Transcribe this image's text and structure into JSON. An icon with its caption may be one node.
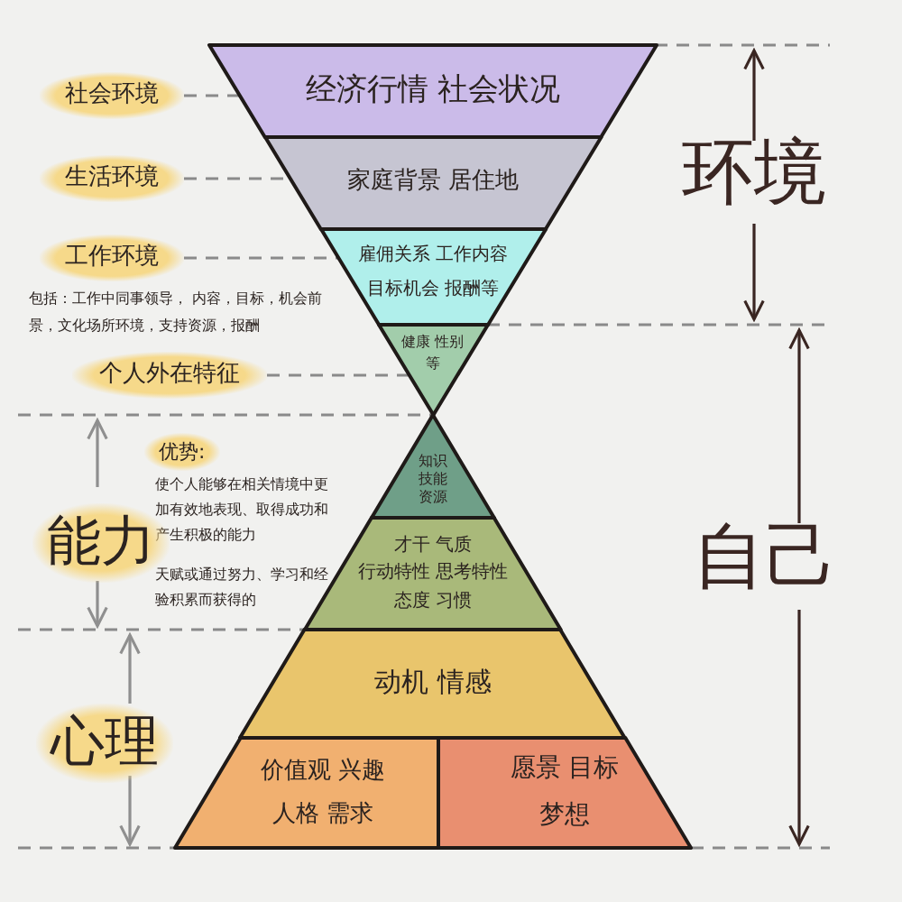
{
  "diagram": {
    "nodes": [
      {
        "text": [
          "经济行情 社会状况"
        ]
      },
      {
        "text": [
          "家庭背景 居住地"
        ]
      },
      {
        "text": [
          "雇佣关系 工作内容",
          "目标机会 报酬等"
        ]
      },
      {
        "text": [
          "健康 性别等"
        ]
      },
      {
        "text": [
          "知识",
          "技能",
          "资源"
        ]
      },
      {
        "text": [
          "才干 气质",
          "行动特性 思考特性",
          "态度 习惯"
        ]
      },
      {
        "text": [
          "动机 情感"
        ]
      },
      {
        "text": [
          "价值观 兴趣",
          "人格 需求"
        ]
      },
      {
        "text": [
          "愿景 目标",
          "梦想"
        ]
      },
      {
        "text": [
          "社会环境"
        ]
      },
      {
        "text": [
          "生活环境"
        ]
      },
      {
        "text": [
          "工作环境"
        ]
      },
      {
        "text": [
          "个人外在特征"
        ]
      }
    ],
    "edges": [
      {
        "from": 9,
        "to": 0,
        "arrow": "none",
        "style": "dashed"
      },
      {
        "from": 10,
        "to": 1,
        "arrow": "none",
        "style": "dashed"
      },
      {
        "from": 11,
        "to": 2,
        "arrow": "none",
        "style": "dashed"
      },
      {
        "from": 12,
        "to": 3,
        "arrow": "none",
        "style": "dashed"
      }
    ],
    "labels": [
      "环境",
      "包括：工作中同事领导， 内容，目标，机会前景，文化场所环境，支持资源，报酬",
      "优势:",
      "使个人能够在相关情境中更加有效地表现、取得成功和产生积极的能力",
      "能力",
      "天赋或通过努力、学习和经验积累而获得的",
      "自己",
      "心理"
    ]
  }
}
